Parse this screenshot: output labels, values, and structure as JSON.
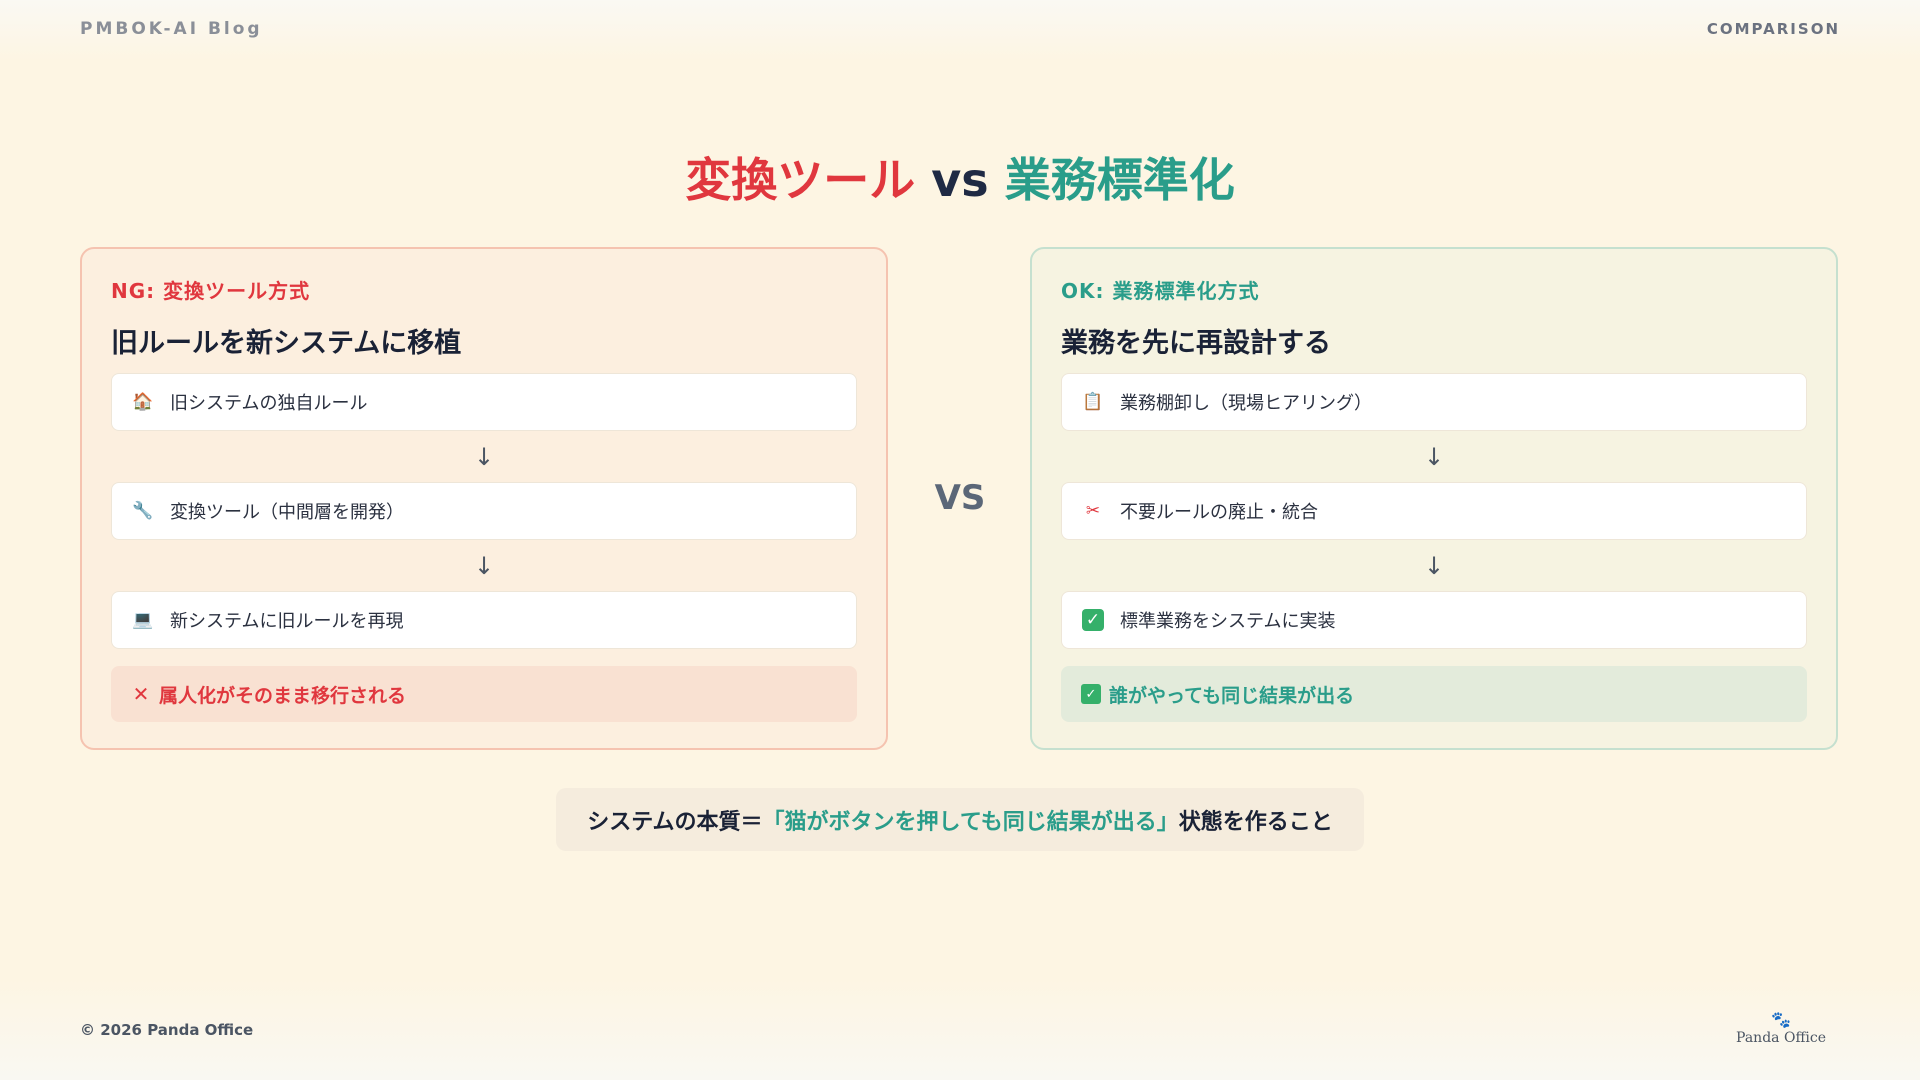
{
  "header": {
    "brand": "PMBOK-AI Blog",
    "tag": "COMPARISON"
  },
  "headline": {
    "bad": "変換ツール",
    "vs": " vs ",
    "good": "業務標準化"
  },
  "ng_card": {
    "tag": "NG: 変換ツール方式",
    "title": "旧ルールを新システムに移植",
    "steps": [
      {
        "icon": "house-icon",
        "glyph": "🏠",
        "label": "旧システムの独自ルール"
      },
      {
        "icon": "wrench-icon",
        "glyph": "🔧",
        "label": "変換ツール（中間層を開発）"
      },
      {
        "icon": "laptop-icon",
        "glyph": "💻",
        "label": "新システムに旧ルールを再現"
      }
    ],
    "arrow": "↓",
    "result": {
      "icon": "cross-icon",
      "glyph": "✕",
      "label": "属人化がそのまま移行される"
    }
  },
  "vs_label": "VS",
  "ok_card": {
    "tag": "OK: 業務標準化方式",
    "title": "業務を先に再設計する",
    "steps": [
      {
        "icon": "clipboard-icon",
        "glyph": "📋",
        "label": "業務棚卸し（現場ヒアリング）"
      },
      {
        "icon": "scissors-icon",
        "glyph": "✂",
        "label": "不要ルールの廃止・統合"
      },
      {
        "icon": "check-icon",
        "glyph": "✓",
        "label": "標準業務をシステムに実装"
      }
    ],
    "arrow": "↓",
    "result": {
      "icon": "check-icon",
      "glyph": "✓",
      "label": "誰がやっても同じ結果が出る"
    }
  },
  "summary": {
    "prefix": "システムの本質＝",
    "highlight": "「猫がボタンを押しても同じ結果が出る」",
    "suffix": "状態を作ること"
  },
  "footer": {
    "copyright": "© 2026 Panda Office",
    "logo_text": "Panda Office",
    "logo_icon": "paw-icon"
  },
  "colors": {
    "bad": "#e0373e",
    "good": "#2a9d8a",
    "background": "#fdf5e3"
  }
}
